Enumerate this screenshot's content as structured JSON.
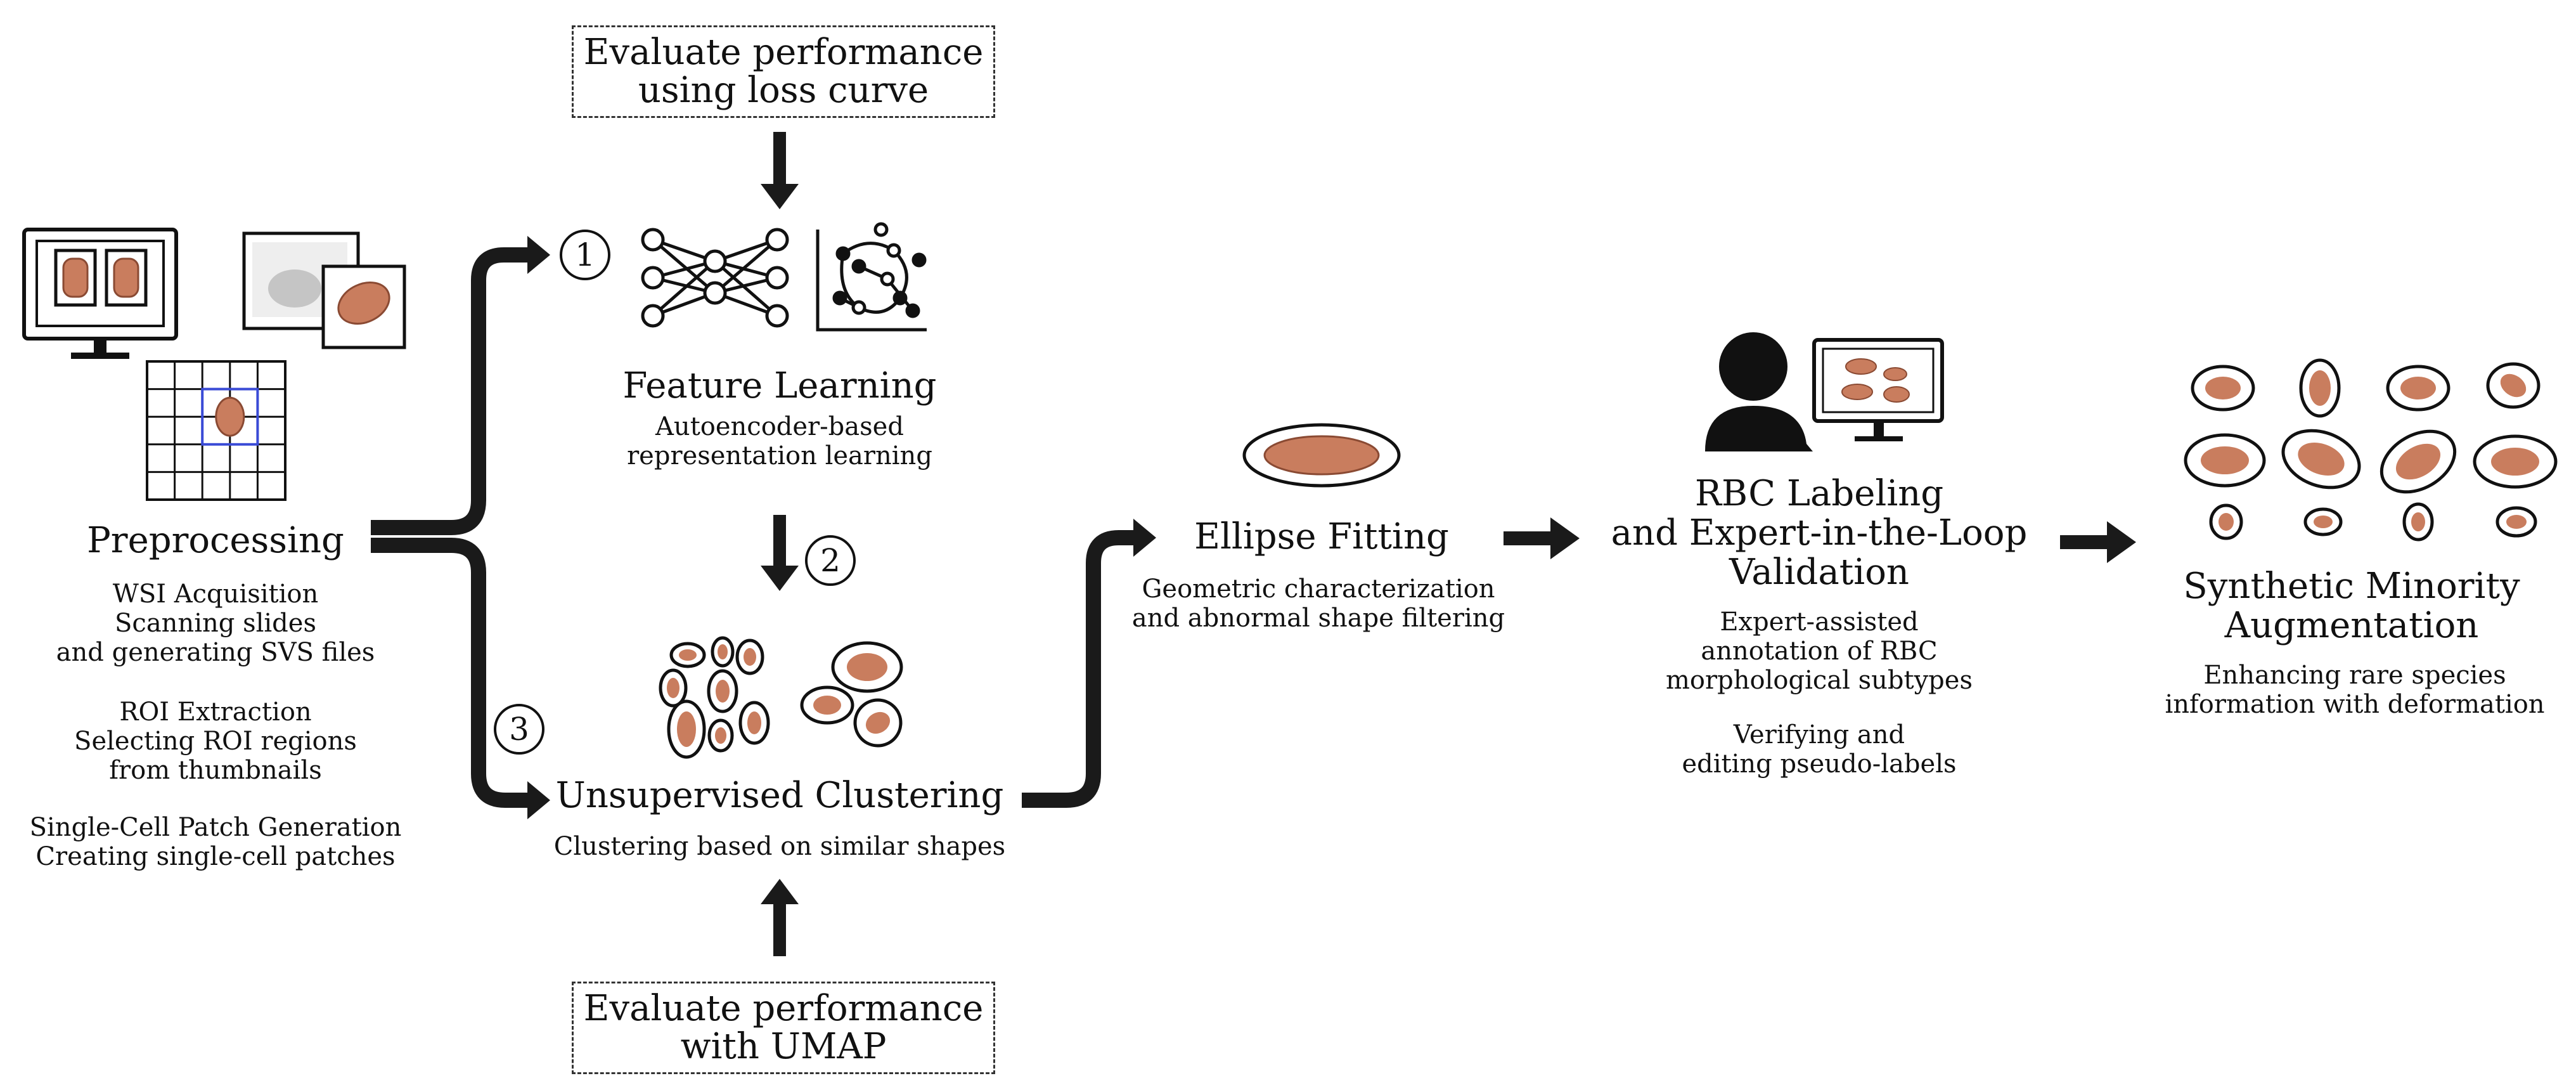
{
  "eval_top": "Evaluate performance\nusing loss curve",
  "eval_bottom": "Evaluate performance\nwith UMAP",
  "steps": [
    "1",
    "2",
    "3"
  ],
  "preprocessing": {
    "title": "Preprocessing",
    "lines_1": "WSI Acquisition\nScanning slides\nand generating SVS files",
    "lines_2": "ROI Extraction\nSelecting ROI regions\nfrom thumbnails",
    "lines_3": "Single-Cell Patch Generation\nCreating single-cell patches"
  },
  "feature_learning": {
    "title": "Feature Learning",
    "subtitle": "Autoencoder-based\nrepresentation learning"
  },
  "clustering": {
    "title": "Unsupervised Clustering",
    "subtitle": "Clustering based on similar shapes"
  },
  "ellipse": {
    "title": "Ellipse Fitting",
    "subtitle": "Geometric characterization\nand abnormal shape filtering"
  },
  "labeling": {
    "title": "RBC Labeling\nand Expert-in-the-Loop\nValidation",
    "subtitle_1": "Expert-assisted\nannotation of RBC\nmorphological subtypes",
    "subtitle_2": "Verifying and\nediting pseudo-labels"
  },
  "augmentation": {
    "title": "Synthetic Minority\nAugmentation",
    "subtitle": "Enhancing rare species\ninformation with deformation"
  },
  "colors": {
    "cell": "#c97d5e",
    "cell_stroke": "#8a4a33",
    "arrow": "#1a1a1a"
  }
}
